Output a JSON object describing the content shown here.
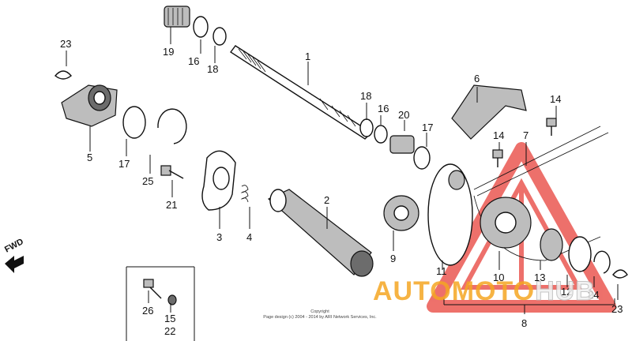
{
  "labels": [
    {
      "id": "1",
      "text": "1"
    },
    {
      "id": "2",
      "text": "2"
    },
    {
      "id": "3",
      "text": "3"
    },
    {
      "id": "4",
      "text": "4"
    },
    {
      "id": "5",
      "text": "5"
    },
    {
      "id": "6",
      "text": "6"
    },
    {
      "id": "7",
      "text": "7"
    },
    {
      "id": "8",
      "text": "8"
    },
    {
      "id": "9",
      "text": "9"
    },
    {
      "id": "10",
      "text": "10"
    },
    {
      "id": "11",
      "text": "11"
    },
    {
      "id": "12",
      "text": "12"
    },
    {
      "id": "13",
      "text": "13"
    },
    {
      "id": "14a",
      "text": "14"
    },
    {
      "id": "14b",
      "text": "14"
    },
    {
      "id": "15",
      "text": "15"
    },
    {
      "id": "16a",
      "text": "16"
    },
    {
      "id": "16b",
      "text": "16"
    },
    {
      "id": "17a",
      "text": "17"
    },
    {
      "id": "17b",
      "text": "17"
    },
    {
      "id": "18a",
      "text": "18"
    },
    {
      "id": "18b",
      "text": "18"
    },
    {
      "id": "19",
      "text": "19"
    },
    {
      "id": "20",
      "text": "20"
    },
    {
      "id": "21",
      "text": "21"
    },
    {
      "id": "22",
      "text": "22"
    },
    {
      "id": "23a",
      "text": "23"
    },
    {
      "id": "23b",
      "text": "23"
    },
    {
      "id": "24",
      "text": "24"
    },
    {
      "id": "25",
      "text": "25"
    },
    {
      "id": "26",
      "text": "26"
    }
  ],
  "fwd_label": "FWD",
  "copyright": {
    "line1": "Copyright",
    "line2": "Page design (c) 2004 - 2014 by ARI Network Services, Inc."
  },
  "watermark": {
    "brand_main": "AUTOMOTO",
    "brand_accent": "HUB",
    "colors": {
      "triangle": "#e8413a",
      "text": "#f5a623"
    }
  }
}
